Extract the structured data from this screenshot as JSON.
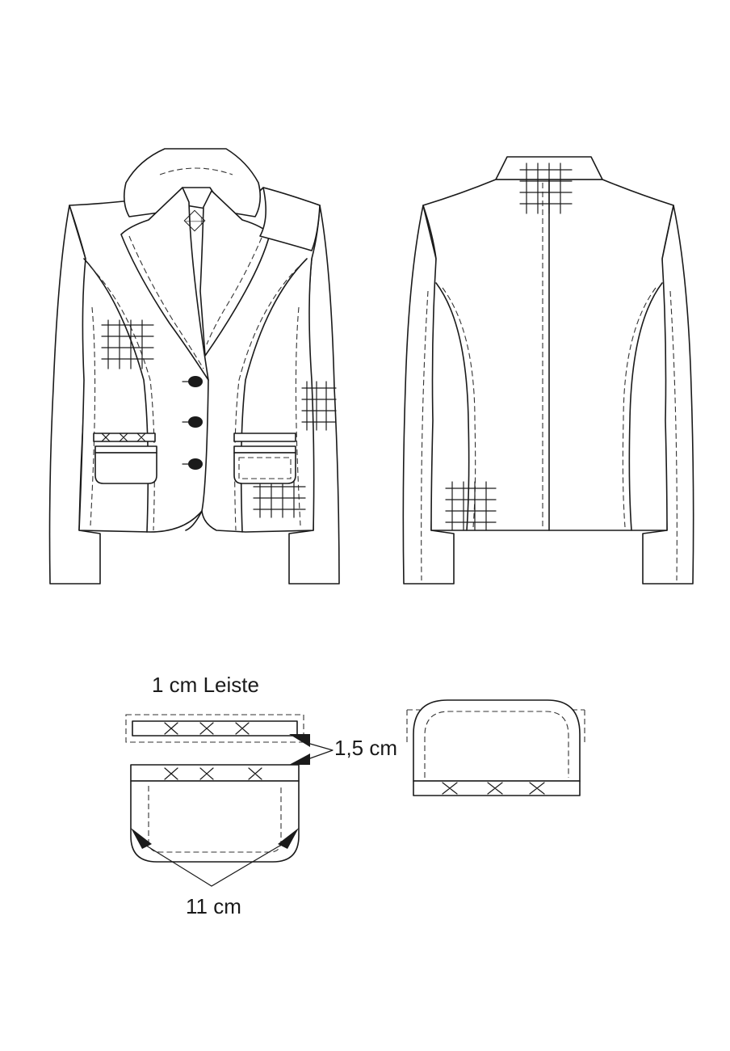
{
  "labels": {
    "welt_strip": "1 cm Leiste",
    "seam_allowance": "1,5 cm",
    "pocket_depth": "11 cm"
  },
  "colors": {
    "ink": "#1a1a1a",
    "paper": "#ffffff"
  }
}
